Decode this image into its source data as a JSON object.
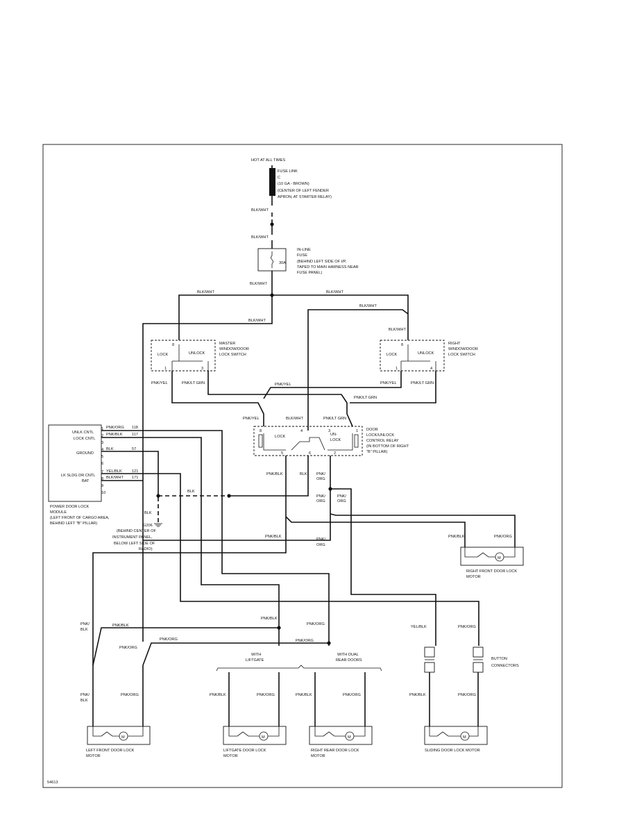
{
  "source": {
    "hot_label": "HOT AT ALL TIMES",
    "fuse_link": [
      "FUSE LINK",
      "C",
      "(10 GA - BROWN)",
      "(CENTER OF LEFT FENDER",
      "APRON, AT STARTER RELAY)"
    ]
  },
  "inline_fuse": {
    "rating": "30A",
    "label": [
      "IN-LINE",
      "FUSE",
      "(BEHIND LEFT SIDE OF I/P,",
      "TAPED TO MAIN HARNESS NEAR",
      "FUSE PANEL)"
    ]
  },
  "wires": {
    "blk_wht": "BLK/WHT",
    "pnk_yel": "PNK/YEL",
    "pnk_lt_grn": "PNK/LT GRN",
    "pnk_blk": "PNK/BLK",
    "pnk_org": "PNK/ORG",
    "blk": "BLK",
    "yel_blk": "YEL/BLK",
    "pnk_slash": "PNK/",
    "org": "ORG",
    "blk2": "BLK",
    "pnk_slash_org": "PNK/ ORG"
  },
  "master_switch": {
    "label": [
      "MASTER",
      "WINDOW/DOOR",
      "LOCK SWITCH"
    ],
    "lock": "LOCK",
    "unlock": "UNLOCK",
    "pins": [
      "8",
      "1",
      "3"
    ]
  },
  "right_switch": {
    "label": [
      "RIGHT",
      "WINDOW/DOOR",
      "LOCK SWITCH"
    ],
    "lock": "LOCK",
    "unlock": "UNLOCK",
    "pins": [
      "8",
      "1",
      "4"
    ]
  },
  "relay": {
    "label": [
      "DOOR",
      "LOCK/UNLOCK",
      "CONTROL RELAY",
      "(IN BOTTOM OF RIGHT",
      "\"B\" PILLAR)"
    ],
    "lock": "LOCK",
    "unlock": [
      "UN-",
      "LOCK"
    ],
    "pins": [
      "8",
      "4",
      "3",
      "1",
      "5",
      "6",
      "2"
    ]
  },
  "module": {
    "terminals": [
      "UNLK CNTL",
      "LOCK CNTL",
      "GROUND",
      "LK SLDG DR CNTL",
      "BAT"
    ],
    "pins": [
      "1",
      "2",
      "3",
      "4",
      "5",
      "6",
      "7",
      "8",
      "9",
      "10"
    ],
    "wires": [
      "PNK/ORG",
      "PNK/BLK",
      "BLK",
      "YEL/BLK",
      "BLK/WHT"
    ],
    "circuits": [
      "118",
      "117",
      "57",
      "121",
      "171"
    ],
    "label": [
      "POWER DOOR LOCK",
      "MODULE",
      "(LEFT FRONT OF CARGO AREA,",
      "BEHIND LEFT \"B\" PILLAR)"
    ]
  },
  "ground": {
    "name": "G206",
    "label": [
      "(BEHIND CENTER OF",
      "INSTRUMENT PANEL,",
      "BELOW LEFT SIDE OF",
      "RADIO)"
    ]
  },
  "motors": {
    "symbol": "M",
    "right_front": [
      "RIGHT FRONT DOOR LOCK",
      "MOTOR"
    ],
    "left_front": [
      "LEFT FRONT DOOR LOCK",
      "MOTOR"
    ],
    "liftgate": [
      "LIFTGATE DOOR LOCK",
      "MOTOR"
    ],
    "right_rear": [
      "RIGHT REAR DOOR LOCK",
      "MOTOR"
    ],
    "sliding": "SLIDING DOOR LOCK MOTOR"
  },
  "options": {
    "with_liftgate": [
      "WITH",
      "LIFTGATE"
    ],
    "with_dual": [
      "WITH DUAL",
      "REAR DOORS"
    ]
  },
  "connectors": {
    "label": [
      "BUTTON",
      "CONNECTORS"
    ]
  },
  "figure_id": "54613"
}
